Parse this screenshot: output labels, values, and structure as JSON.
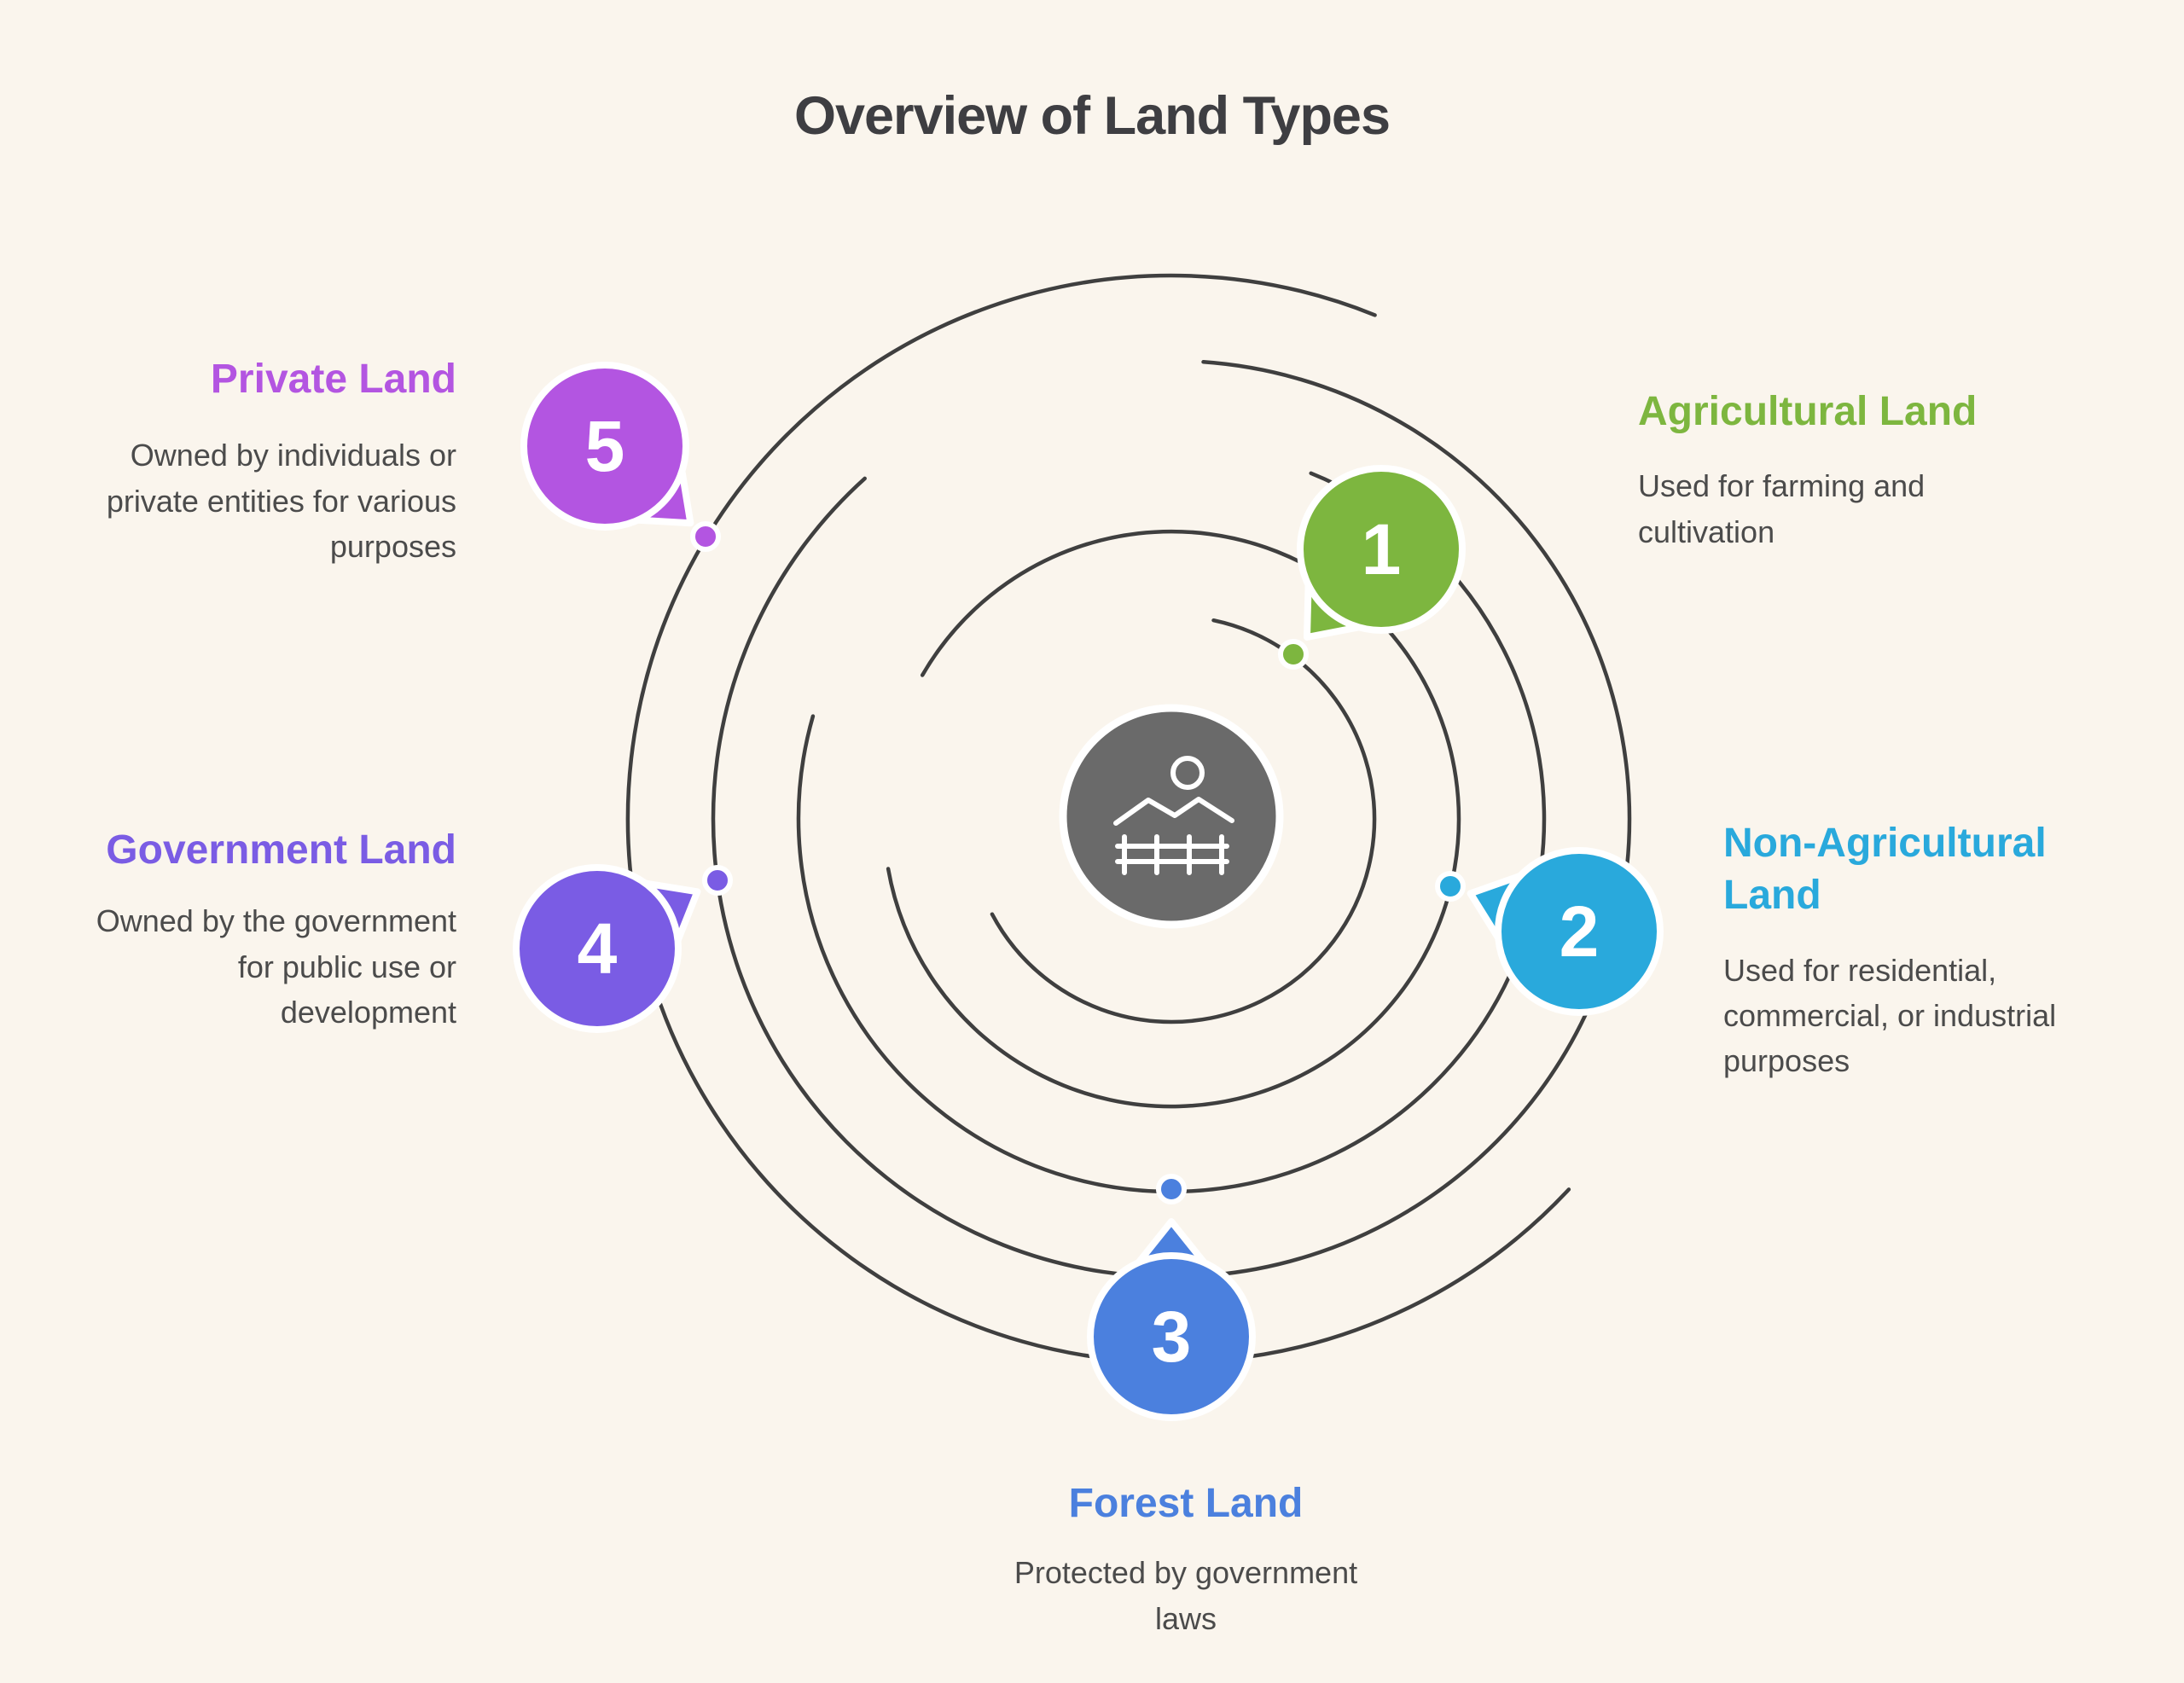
{
  "title": "Overview of Land Types",
  "center": {
    "icon": "landscape-icon"
  },
  "items": [
    {
      "number": "1",
      "title": "Agricultural Land",
      "description": "Used for farming and cultivation",
      "color": "#7DB63F"
    },
    {
      "number": "2",
      "title": "Non-Agricultural Land",
      "description": "Used for residential, commercial, or industrial purposes",
      "color": "#29A9DC"
    },
    {
      "number": "3",
      "title": "Forest Land",
      "description": "Protected by government laws",
      "color": "#4B80DE"
    },
    {
      "number": "4",
      "title": "Government Land",
      "description": "Owned by the government for public use or development",
      "color": "#7A5CE4"
    },
    {
      "number": "5",
      "title": "Private Land",
      "description": "Owned by individuals or private entities for various purposes",
      "color": "#B355E1"
    }
  ],
  "colors": {
    "background": "#FAF5ED",
    "arc": "#3F3F3F",
    "center_circle": "#6A6A6A",
    "body_text": "#4B4B4B",
    "title_text": "#3E3E42"
  }
}
